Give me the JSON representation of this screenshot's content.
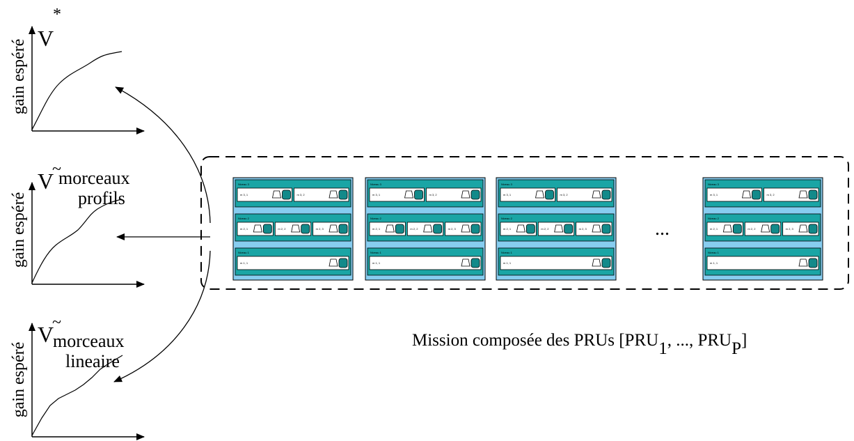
{
  "graphs": [
    {
      "ylabel": "gain espéré",
      "value_symbol": "V",
      "superscript": "*",
      "label_line1": "",
      "label_line2": ""
    },
    {
      "ylabel": "gain espéré",
      "value_symbol": "V",
      "superscript": "~",
      "label_line1": "morceaux",
      "label_line2": "profils"
    },
    {
      "ylabel": "gain espéré",
      "value_symbol": "V",
      "superscript": "~",
      "label_line1": "morceaux",
      "label_line2": "lineaire"
    }
  ],
  "mission": {
    "caption": "Mission composée des PRUs [PRU",
    "sub_first": "1",
    "separator": ", ..., PRU",
    "sub_last": "P",
    "closing": "]",
    "ellipsis": "...",
    "prus": [
      {
        "levels": [
          {
            "label": "Niveau 3",
            "modules": [
              "m 3, 1",
              "m 3, 2"
            ]
          },
          {
            "label": "Niveau 2",
            "modules": [
              "m 2, 1",
              "m 2, 2",
              "m 2, 3"
            ]
          },
          {
            "label": "Niveau 1",
            "modules": [
              "m 1, 1"
            ]
          }
        ]
      },
      {
        "levels": [
          {
            "label": "Niveau 3",
            "modules": [
              "m 3, 1",
              "m 3, 2"
            ]
          },
          {
            "label": "Niveau 2",
            "modules": [
              "m 2, 1",
              "m 2, 2",
              "m 2, 3"
            ]
          },
          {
            "label": "Niveau 1",
            "modules": [
              "m 1, 1"
            ]
          }
        ]
      },
      {
        "levels": [
          {
            "label": "Niveau 3",
            "modules": [
              "m 3, 1",
              "m 3, 2"
            ]
          },
          {
            "label": "Niveau 2",
            "modules": [
              "m 2, 1",
              "m 2, 2",
              "m 2, 3"
            ]
          },
          {
            "label": "Niveau 1",
            "modules": [
              "m 1, 1"
            ]
          }
        ]
      },
      {
        "levels": [
          {
            "label": "Niveau 3",
            "modules": [
              "m 3, 1",
              "m 3, 2"
            ]
          },
          {
            "label": "Niveau 2",
            "modules": [
              "m 2, 1",
              "m 2, 2",
              "m 2, 3"
            ]
          },
          {
            "label": "Niveau 1",
            "modules": [
              "m 1, 1"
            ]
          }
        ]
      }
    ]
  },
  "colors": {
    "pru_background": "#87cdf0",
    "level_bar": "#1aa5a5",
    "module_box": "#ffffff",
    "icon_fill": "#138a8a"
  }
}
